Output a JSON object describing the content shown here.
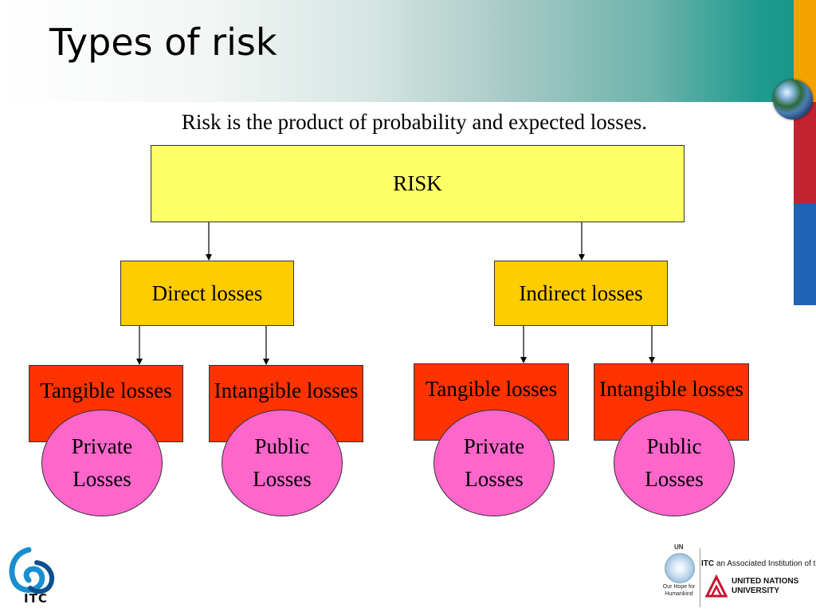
{
  "slide": {
    "title": "Types of risk",
    "subtitle": "Risk is the product of probability and expected losses."
  },
  "diagram": {
    "root": "RISK",
    "branches": [
      {
        "label": "Direct losses",
        "children": [
          {
            "box": "Tangible losses",
            "circle_line1": "Private",
            "circle_line2": "Losses"
          },
          {
            "box": "Intangible losses",
            "circle_line1": "Public",
            "circle_line2": "Losses"
          }
        ]
      },
      {
        "label": "Indirect losses",
        "children": [
          {
            "box": "Tangible losses",
            "circle_line1": "Private",
            "circle_line2": "Losses"
          },
          {
            "box": "Intangible losses",
            "circle_line1": "Public",
            "circle_line2": "Losses"
          }
        ]
      }
    ]
  },
  "logos": {
    "itc_label": "ITC",
    "un_label": "UN",
    "un_motto": "Our Hope for Humankind",
    "itc_assoc_short": "ITC",
    "itc_assoc_text": "an Associated Institution of the",
    "unu_line1": "UNITED NATIONS",
    "unu_line2": "UNIVERSITY"
  },
  "colors": {
    "root_fill": "#ffff66",
    "branch_fill": "#ffcc00",
    "leaf_fill": "#ff3300",
    "circle_fill": "#ff66cc",
    "bar_orange": "#f5a300",
    "bar_red": "#c32331",
    "bar_blue": "#1f63b5"
  }
}
